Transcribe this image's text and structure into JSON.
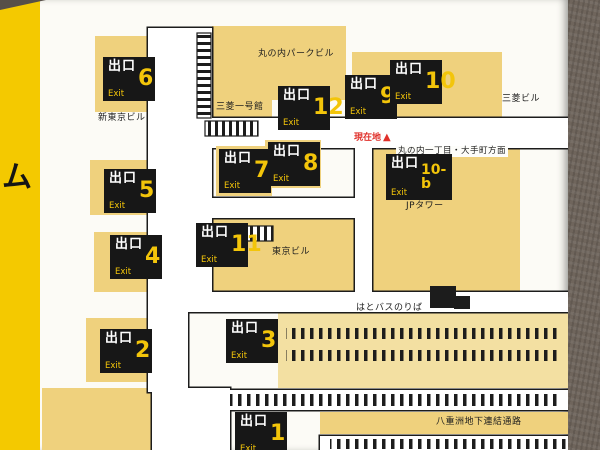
{
  "sign": {
    "side_text": "ム"
  },
  "legend": {
    "exit_jp": "出口",
    "exit_en": "Exit"
  },
  "exits": [
    {
      "number": "6"
    },
    {
      "number": "12"
    },
    {
      "number": "9"
    },
    {
      "number": "10"
    },
    {
      "number": "7"
    },
    {
      "number": "8"
    },
    {
      "number": "10-b"
    },
    {
      "number": "5"
    },
    {
      "number": "11"
    },
    {
      "number": "4"
    },
    {
      "number": "3"
    },
    {
      "number": "2"
    },
    {
      "number": "1"
    }
  ],
  "buildings": {
    "shin_tokyo": "新東京ビル",
    "marunouchi_park": "丸の内パークビル",
    "mitsubishi_ichigokan": "三菱一号館",
    "mitsubishi": "三菱ビル",
    "jp_tower": "JPタワー",
    "tokyo_building": "東京ビル",
    "hato_bus": "はとバスのりば",
    "yaesu": "八重洲地下連結通路"
  },
  "markers": {
    "current_location": "現在地",
    "triangle": "▲",
    "direction": "丸の内一丁目・大手町方面"
  },
  "colors": {
    "sign_yellow": "#f4c900",
    "building_yellow": "#efd17d",
    "building_light": "#f3e0a2",
    "badge_black": "#171717",
    "badge_yellow": "#f3c50a",
    "marker_red": "#e0302a",
    "wall_brown": "#6f655c"
  }
}
